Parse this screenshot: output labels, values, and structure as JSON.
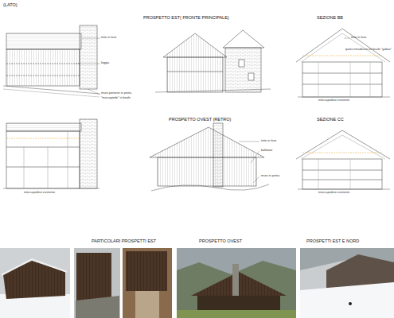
{
  "diagram": {
    "labels": [
      "(LATO)",
      "tetto in lose",
      "loggia",
      "muro portante in pietra",
      "\"marcapiede\" in beole",
      "PROSPETTO EST( FRONTE PRINCIPALE)",
      "SEZIONE BB",
      "tetto in lose",
      "quota intradosso ex locale \"gabas\"",
      "intercapedine esistente",
      "PROSPETTO OVEST (RETRO)",
      "tetto in lose",
      "ballatoio",
      "muro in pietra",
      "SEZIONE CC",
      "intercapedine esistente",
      "intercapedine esistente",
      "PARTICOLARI  PROSPETTI EST",
      "PROSPETTO OVEST",
      "PROSPETTI EST E NORD"
    ]
  }
}
